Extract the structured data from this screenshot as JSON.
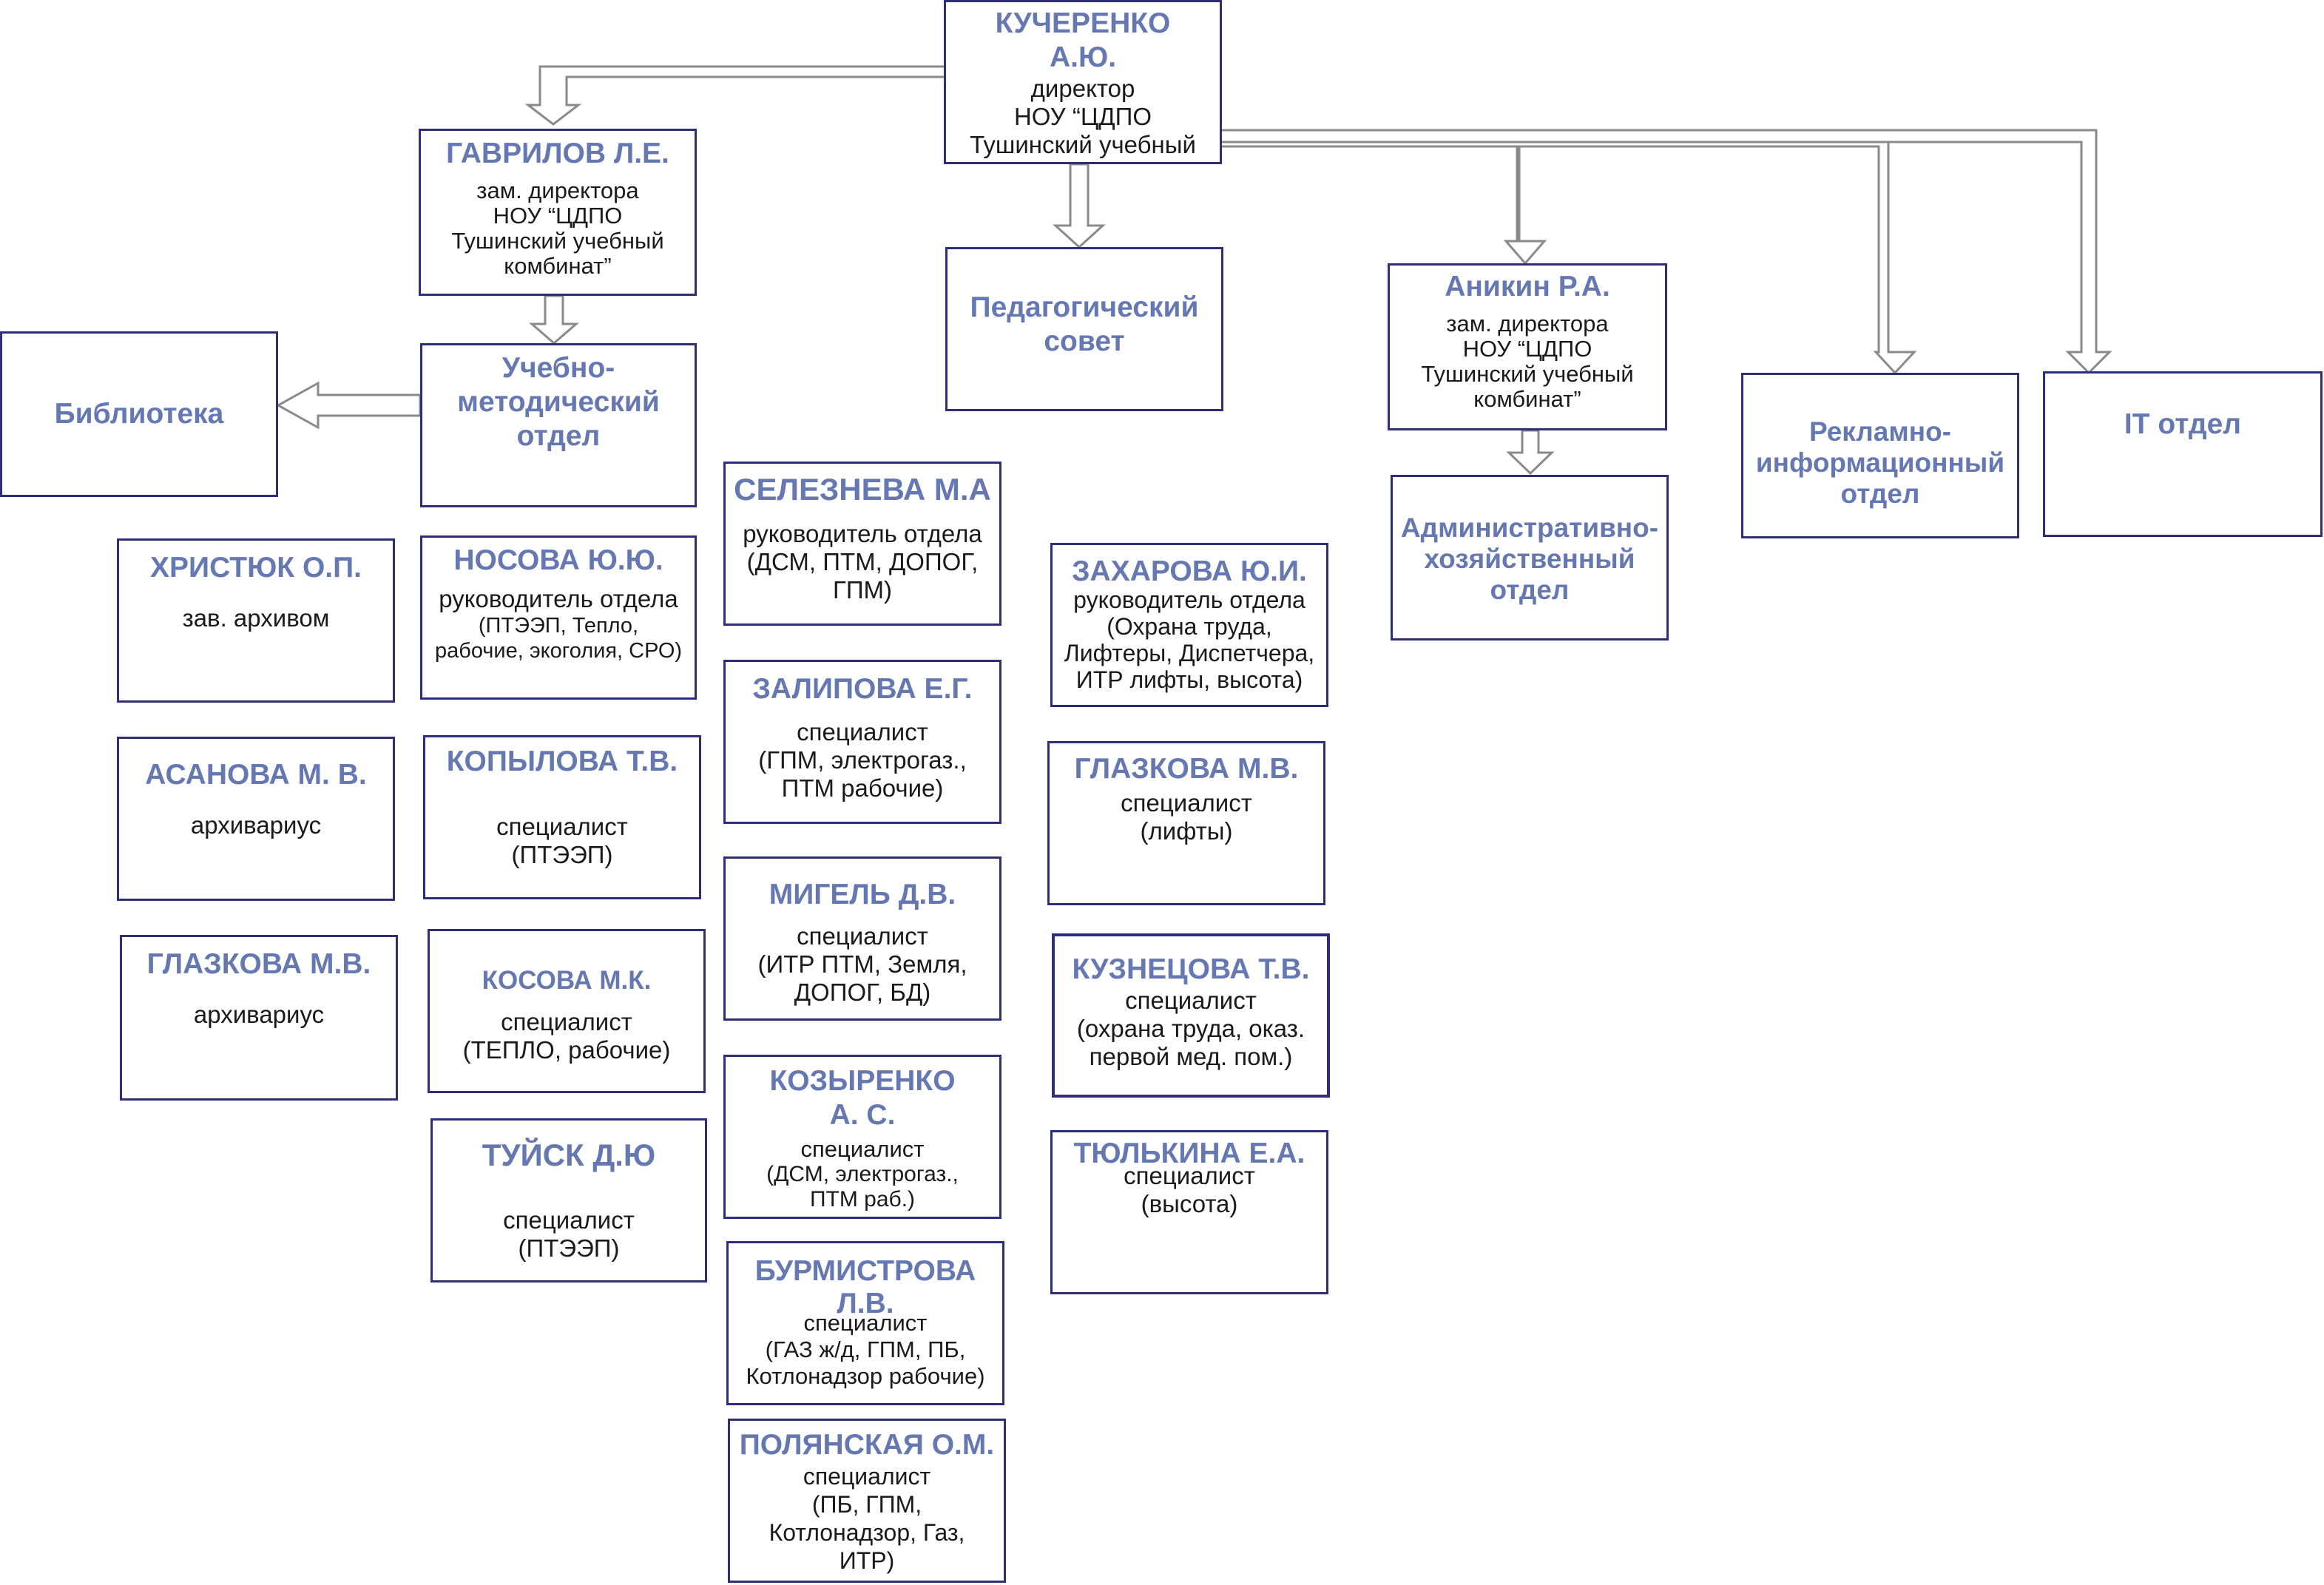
{
  "colors": {
    "name": "#6678b2",
    "border": "#2e2e7a",
    "text": "#1a1a1a",
    "arrow": "#8a8a8a"
  },
  "director": {
    "name": "КУЧЕРЕНКО\nА.Ю.",
    "role": "директор\nНОУ “ЦДПО\nТушинский учебный"
  },
  "deputy_gavrilov": {
    "name": "ГАВРИЛОВ Л.Е.",
    "role": "зам. директора\nНОУ “ЦДПО\nТушинский учебный\nкомбинат”"
  },
  "ped_council": {
    "name": "Педагогический\nсовет"
  },
  "deputy_anikin": {
    "name": "Аникин Р.А.",
    "role": "зам. директора\nНОУ “ЦДПО\nТушинский учебный\nкомбинат”"
  },
  "advert_dept": {
    "name": "Рекламно-\nинформационный\nотдел"
  },
  "it_dept": {
    "name": "IT отдел"
  },
  "library": {
    "name": "Библиотека"
  },
  "method_dept": {
    "name": "Учебно-\nметодический\nотдел"
  },
  "admin_dept": {
    "name": "Административно-\nхозяйственный\nотдел"
  },
  "archive": [
    {
      "name": "ХРИСТЮК О.П.",
      "role": "зав. архивом"
    },
    {
      "name": "АСАНОВА М. В.",
      "role": "архивариус"
    },
    {
      "name": "ГЛАЗКОВА М.В.",
      "role": "архивариус"
    }
  ],
  "column2": [
    {
      "name": "НОСОВА Ю.Ю.",
      "role": "руководитель отдела",
      "detail": "(ПТЭЭП, Тепло,\nрабочие, экоголия, СРО)"
    },
    {
      "name": "КОПЫЛОВА Т.В.",
      "role": "специалист\n(ПТЭЭП)"
    },
    {
      "name": "КОСОВА М.К.",
      "role": "специалист\n(ТЕПЛО, рабочие)"
    },
    {
      "name": "ТУЙСК Д.Ю",
      "role": "специалист\n(ПТЭЭП)"
    }
  ],
  "column3": [
    {
      "name": "СЕЛЕЗНЕВА М.А",
      "role": "руководитель отдела\n(ДСМ, ПТМ, ДОПОГ,\nГПМ)"
    },
    {
      "name": "ЗАЛИПОВА Е.Г.",
      "role": "специалист\n(ГПМ, электрогаз.,\nПТМ рабочие)"
    },
    {
      "name": "МИГЕЛЬ Д.В.",
      "role": "специалист\n(ИТР ПТМ, Земля,\nДОПОГ, БД)"
    },
    {
      "name": "КОЗЫРЕНКО\nА. С.",
      "role": "специалист",
      "detail": "(ДСМ, электрогаз.,\nПТМ раб.)"
    },
    {
      "name": "БУРМИСТРОВА\nЛ.В.",
      "role": "специалист\n(ГАЗ ж/д, ГПМ, ПБ,\nКотлонадзор рабочие)"
    },
    {
      "name": "ПОЛЯНСКАЯ О.М.",
      "role": "специалист\n(ПБ, ГПМ,\nКотлонадзор, Газ,\nИТР)"
    }
  ],
  "column4": [
    {
      "name": "ЗАХАРОВА Ю.И.",
      "role": "руководитель отдела\n(Охрана труда,\nЛифтеры, Диспетчера,\nИТР лифты, высота)"
    },
    {
      "name": "ГЛАЗКОВА М.В.",
      "role": "специалист\n(лифты)"
    },
    {
      "name": "КУЗНЕЦОВА Т.В.",
      "role": "специалист\n(охрана труда, оказ.\nпервой мед. пом.)"
    },
    {
      "name": "ТЮЛЬКИНА Е.А.",
      "role": "специалист\n(высота)"
    }
  ]
}
